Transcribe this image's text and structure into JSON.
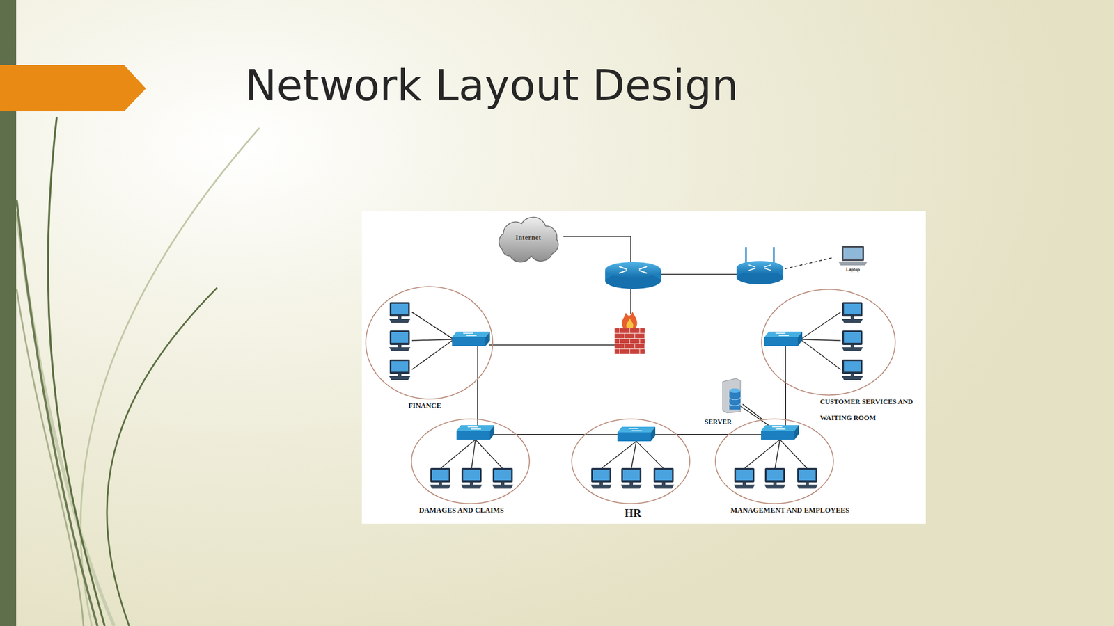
{
  "diagram": {
    "title": "Network Layout Design",
    "nodes": [
      {
        "text": [
          "Internet"
        ]
      },
      {
        "text": [
          "Laptop"
        ]
      },
      {
        "text": [
          "FINANCE"
        ]
      },
      {
        "text": [
          "CUSTOMER SERVICES AND WAITING ROOM"
        ]
      },
      {
        "text": [
          "SERVER"
        ]
      },
      {
        "text": [
          "DAMAGES AND CLAIMS"
        ]
      },
      {
        "text": [
          "HR"
        ]
      },
      {
        "text": [
          "MANAGEMENT AND EMPLOYEES"
        ]
      }
    ],
    "edges": [
      {
        "from": 2,
        "to": 5,
        "arrow": "none"
      },
      {
        "from": 5,
        "to": 6,
        "arrow": "none"
      },
      {
        "from": 6,
        "to": 7,
        "arrow": "none"
      },
      {
        "from": 7,
        "to": 3,
        "arrow": "none"
      },
      {
        "from": 4,
        "to": 7,
        "arrow": "none"
      }
    ]
  }
}
